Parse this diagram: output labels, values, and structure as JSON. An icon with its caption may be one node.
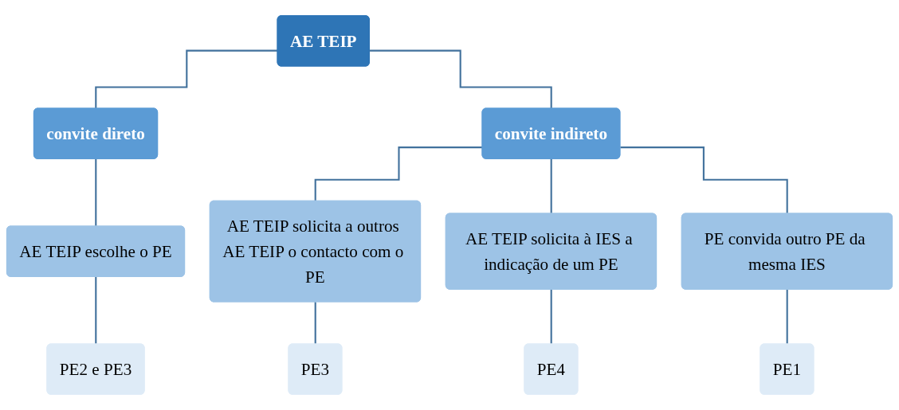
{
  "diagram": {
    "nodes": [
      {
        "text": [
          "AE TEIP"
        ]
      },
      {
        "text": [
          "convite direto"
        ]
      },
      {
        "text": [
          "convite indireto"
        ]
      },
      {
        "text": [
          "AE TEIP escolhe o PE"
        ]
      },
      {
        "text": [
          "AE TEIP solicita a outros AE TEIP o contacto com o PE"
        ]
      },
      {
        "text": [
          "AE TEIP solicita à IES a indicação de um PE"
        ]
      },
      {
        "text": [
          "PE convida outro PE da mesma IES"
        ]
      },
      {
        "text": [
          "PE2 e PE3"
        ]
      },
      {
        "text": [
          "PE3"
        ]
      },
      {
        "text": [
          "PE4"
        ]
      },
      {
        "text": [
          "PE1"
        ]
      }
    ],
    "edges": [
      {
        "from": 0,
        "to": 1,
        "arrow": "none"
      },
      {
        "from": 0,
        "to": 2,
        "arrow": "none"
      },
      {
        "from": 1,
        "to": 3,
        "arrow": "none"
      },
      {
        "from": 2,
        "to": 4,
        "arrow": "none"
      },
      {
        "from": 2,
        "to": 5,
        "arrow": "none"
      },
      {
        "from": 2,
        "to": 6,
        "arrow": "none"
      },
      {
        "from": 3,
        "to": 7,
        "arrow": "none"
      },
      {
        "from": 4,
        "to": 8,
        "arrow": "none"
      },
      {
        "from": 5,
        "to": 9,
        "arrow": "none"
      },
      {
        "from": 6,
        "to": 10,
        "arrow": "none"
      }
    ]
  }
}
